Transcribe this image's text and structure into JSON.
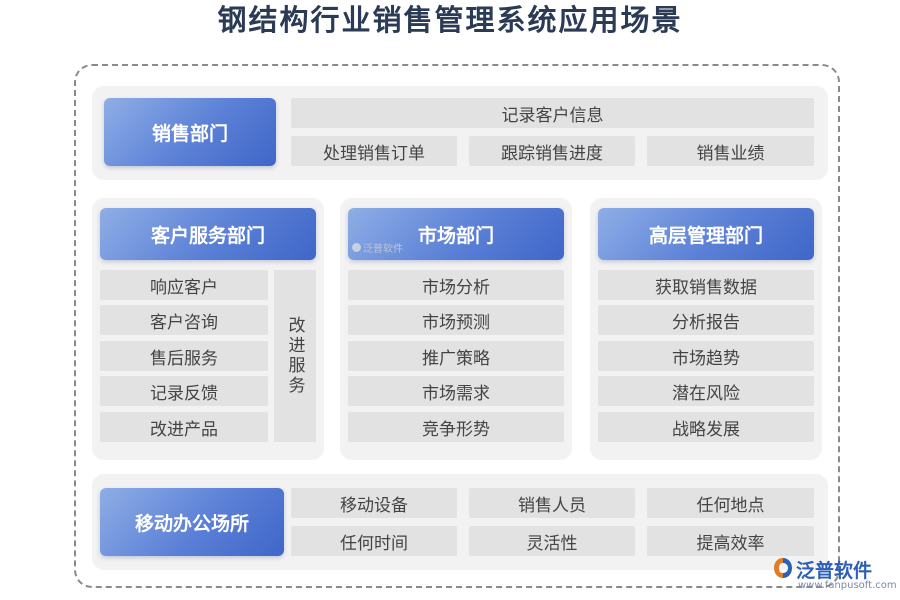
{
  "title": "钢结构行业销售管理系统应用场景",
  "sales": {
    "head": "销售部门",
    "items": [
      "记录客户信息",
      "处理销售订单",
      "跟踪销售进度",
      "销售业绩"
    ]
  },
  "customer_service": {
    "head": "客户服务部门",
    "items": [
      "响应客户",
      "客户咨询",
      "售后服务",
      "记录反馈",
      "改进产品"
    ],
    "side": "改进服务"
  },
  "market": {
    "head": "市场部门",
    "items": [
      "市场分析",
      "市场预测",
      "推广策略",
      "市场需求",
      "竞争形势"
    ]
  },
  "management": {
    "head": "高层管理部门",
    "items": [
      "获取销售数据",
      "分析报告",
      "市场趋势",
      "潜在风险",
      "战略发展"
    ]
  },
  "mobile": {
    "head": "移动办公场所",
    "items": [
      "移动设备",
      "销售人员",
      "任何地点",
      "任何时间",
      "灵活性",
      "提高效率"
    ]
  },
  "watermark": "泛普软件",
  "logo": {
    "name": "泛普软件",
    "url": "www.fanpusoft.com"
  },
  "colors": {
    "head_start": "#8faee6",
    "head_end": "#3f66c9",
    "cell": "#e2e2e2",
    "panel": "#f2f2f2",
    "title": "#2b3a55"
  }
}
